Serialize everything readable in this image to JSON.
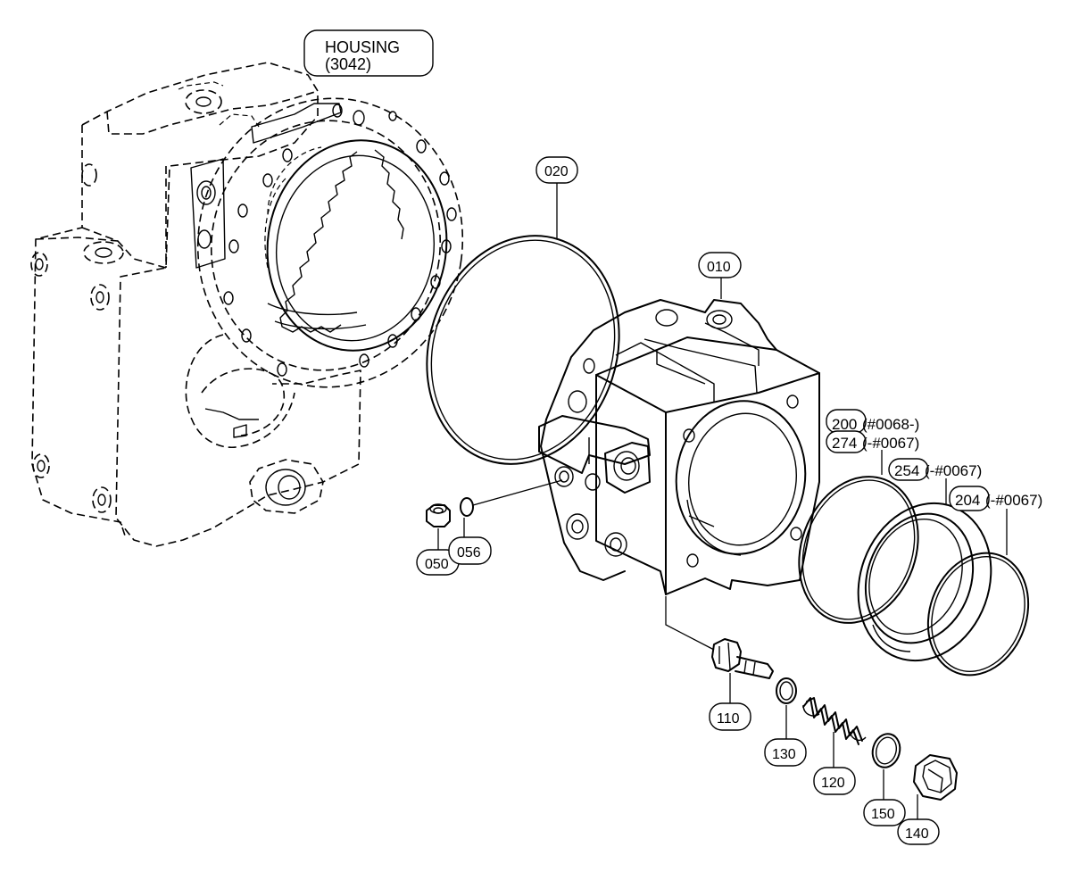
{
  "housing": {
    "line1": "HOUSING",
    "line2": "(3042)"
  },
  "parts": {
    "p020": "020",
    "p010": "010",
    "p200": "200",
    "p200_note": "(#0068-)",
    "p274": "274",
    "p274_note": "(-#0067)",
    "p254": "254",
    "p254_note": "(-#0067)",
    "p204": "204",
    "p204_note": "(-#0067)",
    "p050": "050",
    "p056": "056",
    "p110": "110",
    "p130": "130",
    "p120": "120",
    "p150": "150",
    "p140": "140"
  }
}
